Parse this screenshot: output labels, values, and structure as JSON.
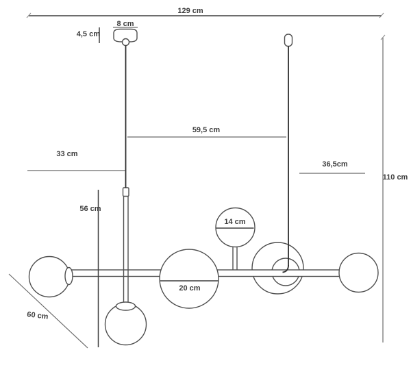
{
  "diagram": {
    "type": "pendant-lamp-dimension-drawing",
    "unit": "cm",
    "labels": {
      "total_width": "129 cm",
      "canopy_diameter": "8 cm",
      "canopy_height": "4,5 cm",
      "cord_distance": "59,5 cm",
      "left_cord_offset": "33 cm",
      "right_cord_offset": "36,5cm",
      "total_height": "110 cm",
      "rod_length": "56 cm",
      "small_globe_diameter": "14 cm",
      "large_globe_diameter": "20 cm",
      "diagonal_span": "60 cm"
    },
    "colors": {
      "outline": "#4f4f4f",
      "cord": "#2d2d2d",
      "dimension_line": "#6a6a6a",
      "label_text": "#3d3d3d",
      "background": "#ffffff"
    }
  }
}
